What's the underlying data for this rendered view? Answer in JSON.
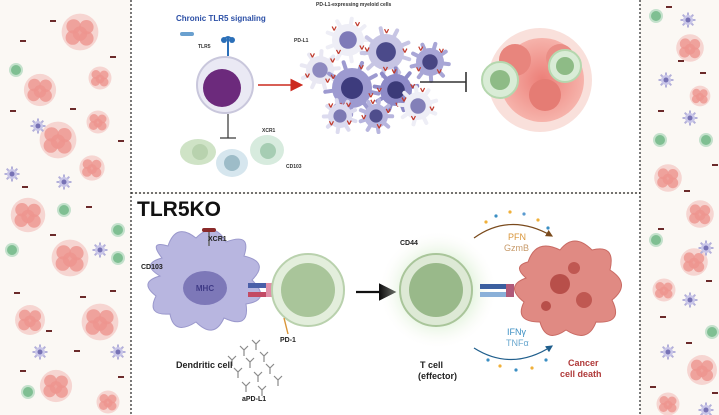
{
  "top_panel": {
    "signaling_title": "Chronic TLR5 signaling",
    "myeloid_title": "PD-L1-expressing myeloid cells",
    "tlr5_label": "TLR5",
    "pdl1_label": "PD-L1",
    "xcr1_label": "XCR1",
    "cd103_label": "CD103"
  },
  "bottom_panel": {
    "title": "TLR5KO",
    "xcr1_label": "XCR1",
    "cd103_label": "CD103",
    "dendritic_label": "Dendritic cell",
    "pd1_label": "PD-1",
    "apdl1_label": "aPD-L1",
    "cd44_label": "CD44",
    "tcell_label_1": "T cell",
    "tcell_label_2": "(effector)",
    "pfn_label": "PFN",
    "gzmb_label": "GzmB",
    "ifng_label": "IFNγ",
    "tnfa_label": "TNFα",
    "cancer_label_1": "Cancer",
    "cancer_label_2": "cell death"
  },
  "colors": {
    "background": "#fbf8f4",
    "dendritic": "#b7b5de",
    "tcell": "#a9c59a",
    "cancer": "#e69a93",
    "signal_blue": "#2b4fa6",
    "arrow_red": "#cc2a1f",
    "pfn_orange": "#d9963a",
    "ifn_blue": "#3b8fc3",
    "cancer_text": "#b03a3a"
  }
}
